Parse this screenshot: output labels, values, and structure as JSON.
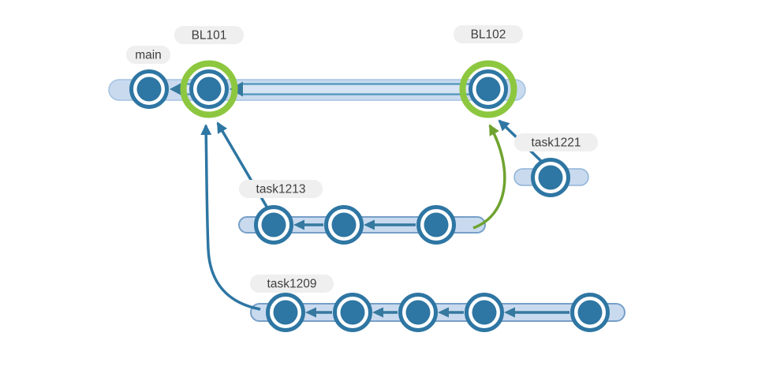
{
  "diagram": {
    "kind": "git-branch-graph",
    "background": "#ffffff",
    "labels": {
      "main": "main",
      "bl101": "BL101",
      "bl102": "BL102",
      "task1221": "task1221",
      "task1213": "task1213",
      "task1209": "task1209"
    },
    "branches": [
      {
        "name": "main",
        "commits": 1,
        "highlighted": false
      },
      {
        "name": "BL101",
        "commits": 1,
        "highlighted": true
      },
      {
        "name": "BL102",
        "commits": 1,
        "highlighted": true
      },
      {
        "name": "task1221",
        "commits": 1,
        "highlighted": false
      },
      {
        "name": "task1213",
        "commits": 3,
        "highlighted": false
      },
      {
        "name": "task1209",
        "commits": 5,
        "highlighted": false
      }
    ],
    "edges": [
      {
        "from": "BL102",
        "to": "BL101",
        "style": "double-shaft-arrow",
        "color": "blue"
      },
      {
        "from": "BL101",
        "to": "main",
        "style": "double-shaft-arrow",
        "color": "blue"
      },
      {
        "from": "task1213",
        "to": "BL101",
        "style": "line",
        "color": "blue"
      },
      {
        "from": "task1209",
        "to": "BL101",
        "style": "curve",
        "color": "blue"
      },
      {
        "from": "task1221",
        "to": "BL102",
        "style": "line",
        "color": "blue"
      },
      {
        "from": "task1213",
        "to": "BL102",
        "style": "curve",
        "color": "green"
      }
    ],
    "colors": {
      "commit_fill": "#2e76a3",
      "commit_ring": "#2e76a3",
      "lane_fill": "#c9daef",
      "lane_border": "#7aa2c9",
      "highlight_ring": "#8dc73f",
      "green_edge": "#6fa32f",
      "blue_edge": "#2e76a3",
      "arrow_dark": "#35799f",
      "label_bg": "#efefef",
      "label_text": "#3e3e3e"
    }
  }
}
